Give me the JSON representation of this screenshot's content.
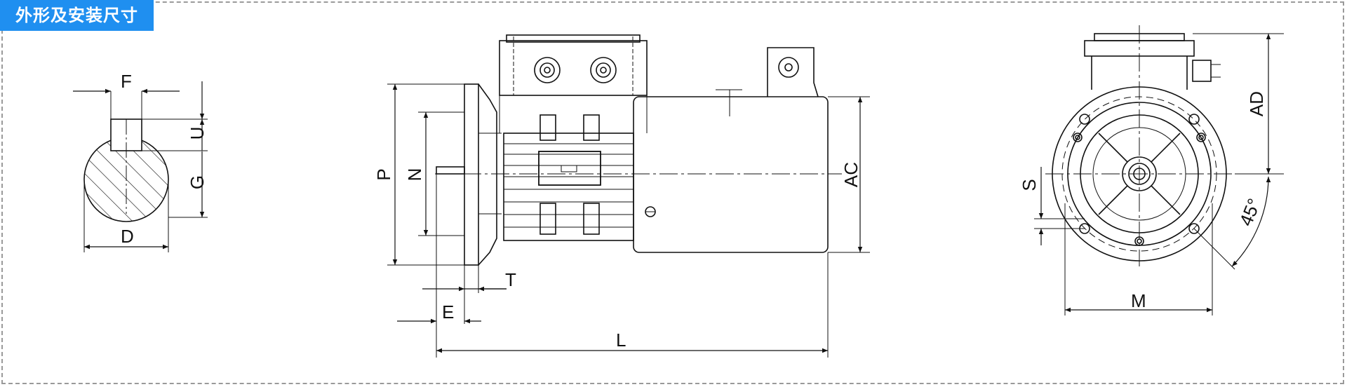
{
  "header": {
    "title": "外形及安装尺寸"
  },
  "shaft_section": {
    "labels": {
      "f": "F",
      "u": "U",
      "g": "G",
      "d": "D"
    }
  },
  "side_view": {
    "labels": {
      "p": "P",
      "n": "N",
      "ac": "AC",
      "t": "T",
      "e": "E",
      "l": "L"
    }
  },
  "end_view": {
    "labels": {
      "ad": "AD",
      "s": "S",
      "angle": "45°",
      "m": "M"
    }
  },
  "colors": {
    "tag_background": "#1f8ff0",
    "tag_text": "#ffffff",
    "line": "#111111",
    "frame_border": "#9a9a9a"
  }
}
